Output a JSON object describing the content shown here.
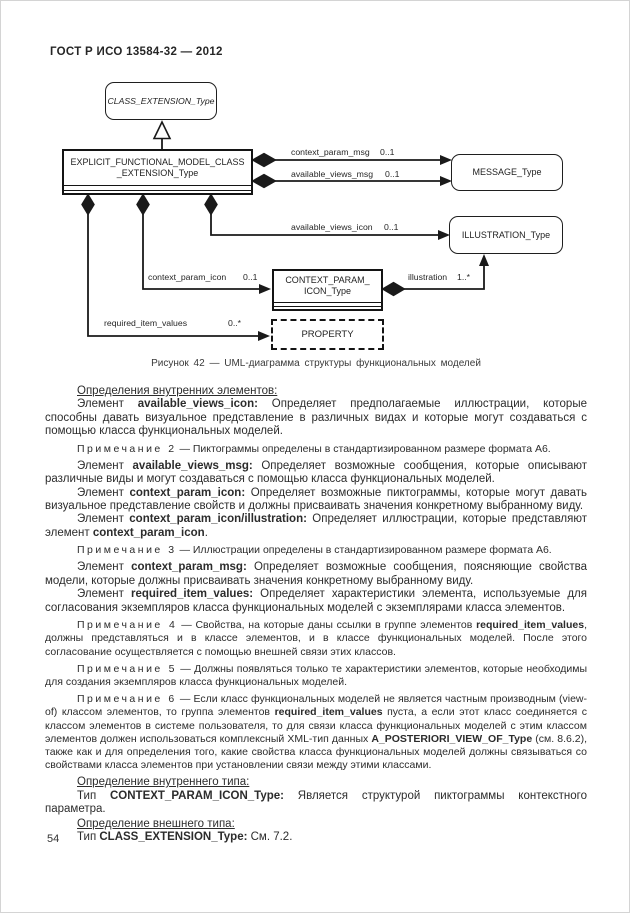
{
  "page": {
    "header": "ГОСТ Р ИСО 13584-32 — 2012",
    "page_number": "54"
  },
  "diagram": {
    "caption": "Рисунок 42 — UML-диаграмма структуры функциональных моделей",
    "nodes": {
      "class_extension": {
        "label": "CLASS_EXTENSION_Type"
      },
      "explicit_functional": {
        "line1": "EXPLICIT_FUNCTIONAL_MODEL_CLASS",
        "line2": "_EXTENSION_Type"
      },
      "message": {
        "label": "MESSAGE_Type"
      },
      "illustration": {
        "label": "ILLUSTRATION_Type"
      },
      "context_param_icon": {
        "line1": "CONTEXT_PARAM_",
        "line2": "ICON_Type"
      },
      "property": {
        "label": "PROPERTY"
      }
    },
    "edges": {
      "context_param_msg": {
        "label": "context_param_msg",
        "multiplicity": "0..1"
      },
      "available_views_msg": {
        "label": "available_views_msg",
        "multiplicity": "0..1"
      },
      "available_views_icon": {
        "label": "available_views_icon",
        "multiplicity": "0..1"
      },
      "context_param_icon": {
        "label": "context_param_icon",
        "multiplicity": "0..1"
      },
      "required_item_values": {
        "label": "required_item_values",
        "multiplicity": "0..*"
      },
      "illustration": {
        "label": "illustration",
        "multiplicity": "1..*"
      }
    },
    "colors": {
      "line": "#1a1a1a",
      "fill": "#1a1a1a",
      "background": "#ffffff"
    }
  },
  "content": {
    "blocks": [
      {
        "type": "heading",
        "runs": [
          {
            "t": "Определения внутренних элементов:"
          }
        ]
      },
      {
        "type": "para",
        "runs": [
          {
            "t": "Элемент "
          },
          {
            "t": "available_views_icon:",
            "b": true
          },
          {
            "t": " Определяет предполагаемые иллюстрации, которые способны давать визуальное представление в различных видах и которые могут создаваться с помощью класса функциональных моделей."
          }
        ]
      },
      {
        "type": "note",
        "runs": [
          {
            "t": "Примечание 2",
            "sp": true
          },
          {
            "t": " — Пиктограммы определены в стандартизированном размере формата А6."
          }
        ]
      },
      {
        "type": "para",
        "runs": [
          {
            "t": "Элемент "
          },
          {
            "t": "available_views_msg:",
            "b": true
          },
          {
            "t": " Определяет возможные сообщения, которые описывают различные виды и могут создаваться с помощью класса функциональных моделей."
          }
        ]
      },
      {
        "type": "para",
        "runs": [
          {
            "t": "Элемент "
          },
          {
            "t": "context_param_icon:",
            "b": true
          },
          {
            "t": " Определяет возможные пиктограммы, которые могут давать визуальное представление свойств и должны присваивать значения конкретному выбранному виду."
          }
        ]
      },
      {
        "type": "para",
        "runs": [
          {
            "t": "Элемент "
          },
          {
            "t": "context_param_icon/illustration:",
            "b": true
          },
          {
            "t": " Определяет иллюстрации, которые представляют элемент "
          },
          {
            "t": "context_param_icon",
            "b": true
          },
          {
            "t": "."
          }
        ]
      },
      {
        "type": "note",
        "runs": [
          {
            "t": "Примечание 3",
            "sp": true
          },
          {
            "t": " — Иллюстрации определены в стандартизированном размере формата А6."
          }
        ]
      },
      {
        "type": "para",
        "runs": [
          {
            "t": "Элемент "
          },
          {
            "t": "context_param_msg:",
            "b": true
          },
          {
            "t": " Определяет возможные сообщения, поясняющие свойства модели, которые должны присваивать значения конкретному выбранному виду."
          }
        ]
      },
      {
        "type": "para",
        "runs": [
          {
            "t": "Элемент "
          },
          {
            "t": "required_item_values:",
            "b": true
          },
          {
            "t": " Определяет характеристики элемента, используемые для согласования экземпляров класса функциональных моделей с экземплярами класса элементов."
          }
        ]
      },
      {
        "type": "note",
        "runs": [
          {
            "t": "Примечание 4",
            "sp": true
          },
          {
            "t": " — Свойства, на которые даны ссылки в группе элементов "
          },
          {
            "t": "required_item_values",
            "b": true
          },
          {
            "t": ", должны представляться и в классе элементов, и в классе функциональных моделей. После этого согласование осуществляется с помощью внешней связи этих классов."
          }
        ]
      },
      {
        "type": "note",
        "runs": [
          {
            "t": "Примечание 5",
            "sp": true
          },
          {
            "t": " — Должны появляться только те характеристики элементов, которые необходимы для создания экземпляров класса функциональных моделей."
          }
        ]
      },
      {
        "type": "note",
        "runs": [
          {
            "t": "Примечание 6",
            "sp": true
          },
          {
            "t": " — Если класс функциональных моделей не является частным производным (view-of) классом элементов, то группа элементов "
          },
          {
            "t": "required_item_values",
            "b": true
          },
          {
            "t": " пуста, а если этот класс соединяется с классом элементов в системе пользователя, то для связи класса функциональных моделей с этим классом элементов должен использоваться комплексный XML-тип данных "
          },
          {
            "t": "A_POSTERIORI_VIEW_OF_Type",
            "b": true
          },
          {
            "t": " (см. 8.6.2), также как и для определения того, какие свойства класса функциональных моделей должны связываться со свойствами класса элементов при установлении связи между этими классами."
          }
        ]
      },
      {
        "type": "heading",
        "runs": [
          {
            "t": "Определение внутреннего типа:"
          }
        ]
      },
      {
        "type": "para",
        "runs": [
          {
            "t": "Тип "
          },
          {
            "t": "CONTEXT_PARAM_ICON_Type:",
            "b": true
          },
          {
            "t": " Является структурой пиктограммы контекстного параметра."
          }
        ]
      },
      {
        "type": "heading",
        "runs": [
          {
            "t": "Определение внешнего типа:"
          }
        ]
      },
      {
        "type": "para",
        "runs": [
          {
            "t": "Тип "
          },
          {
            "t": "CLASS_EXTENSION_Type:",
            "b": true
          },
          {
            "t": " См. 7.2."
          }
        ]
      }
    ]
  }
}
